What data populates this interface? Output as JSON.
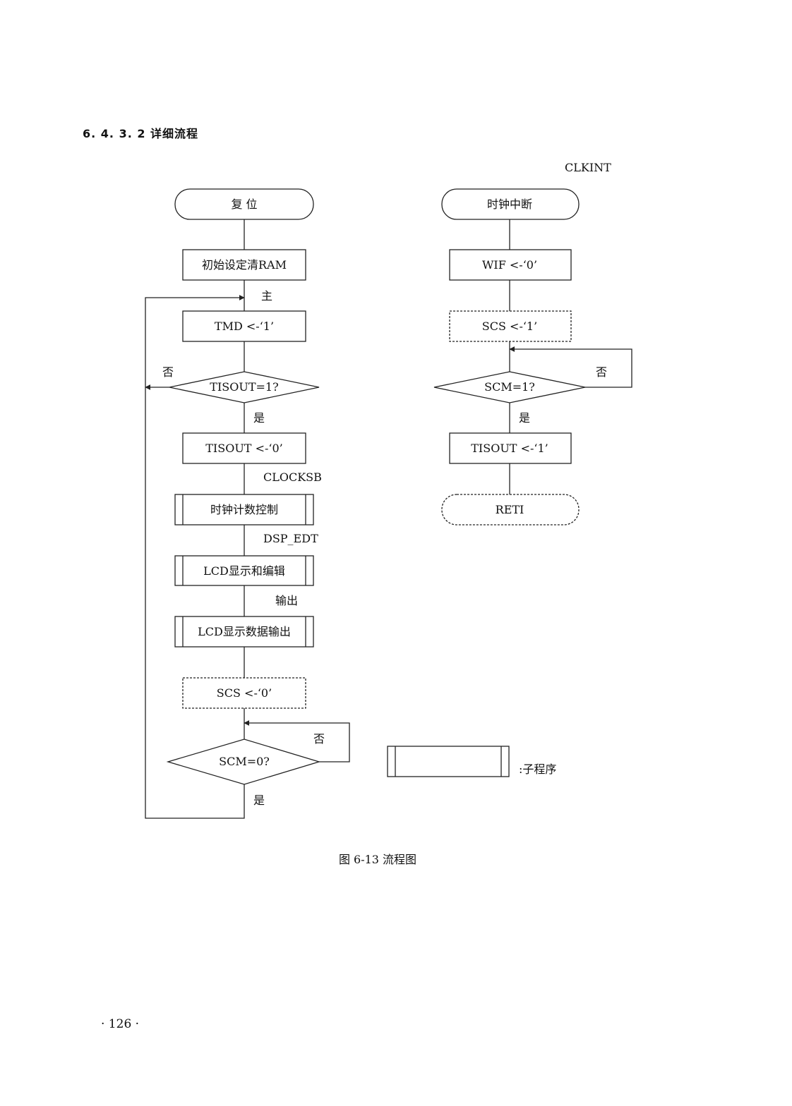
{
  "header": {
    "section_title": "6. 4. 3. 2   详细流程"
  },
  "main_flow": {
    "start": "复  位",
    "init": "初始设定清RAM",
    "label_main": "主",
    "set_tmd": "TMD <-‘1’",
    "decision_tisout": "TISOUT=1?",
    "no_label_1": "否",
    "yes_label_1": "是",
    "clear_tisout": "TISOUT <-‘0’",
    "label_clocksb": "CLOCKSB",
    "sub_clock": "时钟计数控制",
    "label_dsp_edt": "DSP_EDT",
    "sub_lcd_edit": "LCD显示和编辑",
    "label_output": "输出",
    "sub_lcd_output": "LCD显示数据输出",
    "clear_scs": "SCS <-‘0’",
    "decision_scm0": "SCM=0?",
    "no_label_2": "否",
    "yes_label_2": "是"
  },
  "interrupt_flow": {
    "entry_label": "CLKINT",
    "start": "时钟中断",
    "clear_wif": "WIF <-‘0’",
    "set_scs": "SCS <-‘1’",
    "decision_scm1": "SCM=1?",
    "no_label": "否",
    "yes_label": "是",
    "set_tisout": "TISOUT <-‘1’",
    "end": "RETI"
  },
  "legend": {
    "label": ":子程序"
  },
  "caption": "图 6-13   流程图",
  "footer": {
    "page_number": "· 126 ·"
  }
}
